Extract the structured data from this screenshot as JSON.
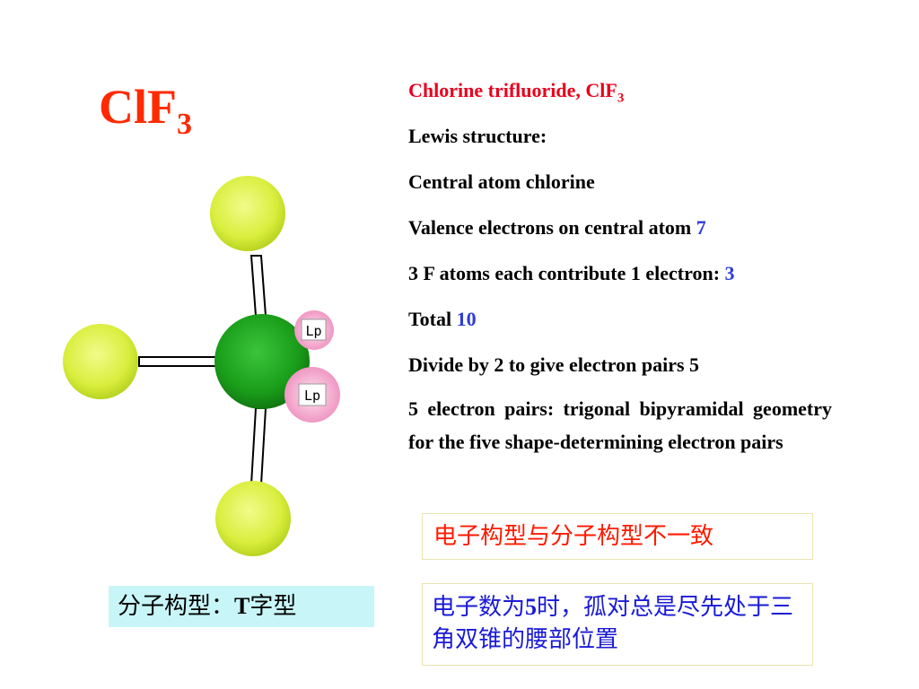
{
  "title": {
    "formula_base": "ClF",
    "formula_sub": "3"
  },
  "info": {
    "heading": "Chlorine trifluoride, ClF",
    "heading_sub": "3",
    "lewis": "Lewis structure:",
    "central": "Central atom chlorine",
    "valence_label": "Valence electrons on central atom",
    "valence_value": "7",
    "contrib_label": "3 F atoms each contribute 1 electron:",
    "contrib_value": "3",
    "total_label": "Total",
    "total_value": "10",
    "divide": "Divide by 2 to give electron pairs 5",
    "geometry": "5 electron pairs: trigonal bipyramidal geometry for the five shape-determining electron pairs"
  },
  "notes": {
    "mismatch": "电子构型与分子构型不一致",
    "shape_prefix": "分子构型：",
    "shape_latin": "T",
    "shape_suffix": "字型",
    "lonepair_prefix": "电子数为",
    "lonepair_latin": "5",
    "lonepair_suffix": "时，孤对总是尽先处于三角双锥的腰部位置"
  },
  "model": {
    "lone_pair_label": "Lp",
    "colors": {
      "fluorine": "#d8ec3c",
      "chlorine": "#1ea81e",
      "lone_pair": "#f4a8cc",
      "title": "#ff2a00",
      "value": "#2c3bdc"
    }
  }
}
